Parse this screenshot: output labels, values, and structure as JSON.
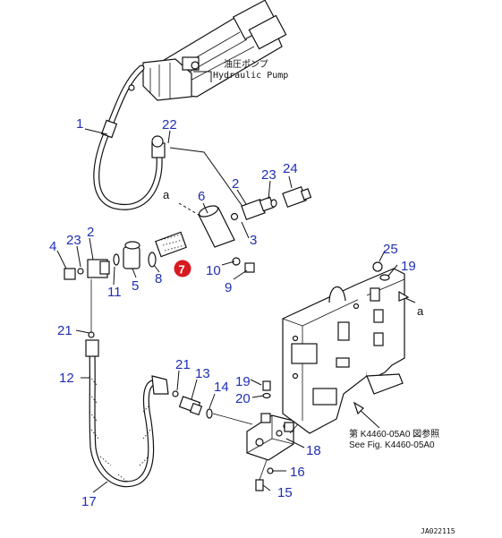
{
  "callouts": {
    "c1": "1",
    "c2a": "2",
    "c2b": "2",
    "c3": "3",
    "c4": "4",
    "c5": "5",
    "c6": "6",
    "c7": "7",
    "c8": "8",
    "c9": "9",
    "c10": "10",
    "c11": "11",
    "c12": "12",
    "c13": "13",
    "c14": "14",
    "c15": "15",
    "c16": "16",
    "c17": "17",
    "c18": "18",
    "c19a": "19",
    "c19b": "19",
    "c20": "20",
    "c21a": "21",
    "c21b": "21",
    "c22": "22",
    "c23a": "23",
    "c23b": "23",
    "c24": "24",
    "c25": "25"
  },
  "pump_label": {
    "jp": "油圧ポンプ",
    "en": "Hydraulic Pump"
  },
  "view_marker_a1": "a",
  "view_marker_a2": "a",
  "reference_note": {
    "jp": "第 K4460-05A0 図参照",
    "en": "See Fig. K4460-05A0"
  },
  "drawing_code": "JA022115",
  "colors": {
    "callout": "#1f2fb5",
    "highlight": "#d71920",
    "line": "#111111"
  }
}
